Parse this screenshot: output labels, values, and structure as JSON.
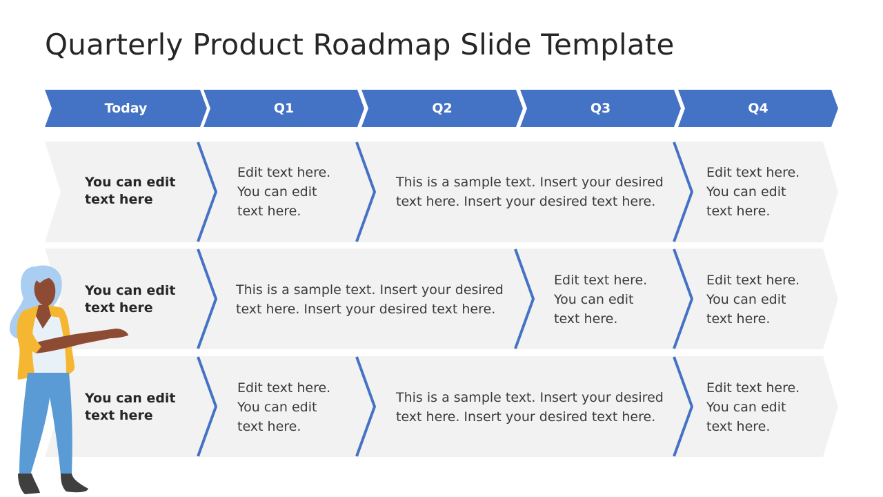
{
  "slide": {
    "title": "Quarterly Product Roadmap Slide Template"
  },
  "colors": {
    "accent": "#4472C4",
    "row_fill": "#F2F2F2",
    "text": "#3A3A3A"
  },
  "header": {
    "phases": [
      "Today",
      "Q1",
      "Q2",
      "Q3",
      "Q4"
    ]
  },
  "rows": [
    {
      "label": "You can edit\ntext here",
      "cells": [
        "Edit text here.\nYou can edit\ntext here.",
        "This is a sample text. Insert your desired\ntext here. Insert your desired text here.",
        "Edit text here.\nYou can edit\ntext here."
      ]
    },
    {
      "label": "You can edit\ntext here",
      "cells": [
        "This is a sample text. Insert your desired\ntext here. Insert your desired text here.",
        "Edit text here.\nYou can edit\ntext here.",
        "Edit text here.\nYou can edit\ntext here."
      ]
    },
    {
      "label": "You can edit\ntext here",
      "cells": [
        "Edit text here.\nYou can edit\ntext here.",
        "This is a sample text. Insert your desired\ntext here. Insert your desired text here.",
        "Edit text here.\nYou can edit\ntext here."
      ]
    }
  ],
  "illustration": {
    "icon": "presenter-woman-illustration"
  }
}
